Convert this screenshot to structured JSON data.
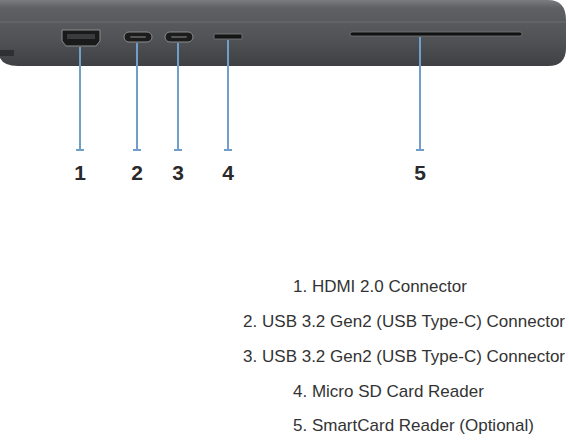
{
  "diagram": {
    "labels": [
      "1",
      "2",
      "3",
      "4",
      "5",
      "1. HDMI 2.0 Connector",
      "2. USB 3.2 Gen2 (USB Type-C) Connector",
      "3. USB 3.2 Gen2 (USB Type-C) Connector",
      "4. Micro SD Card Reader",
      "5. SmartCard Reader (Optional)"
    ]
  }
}
